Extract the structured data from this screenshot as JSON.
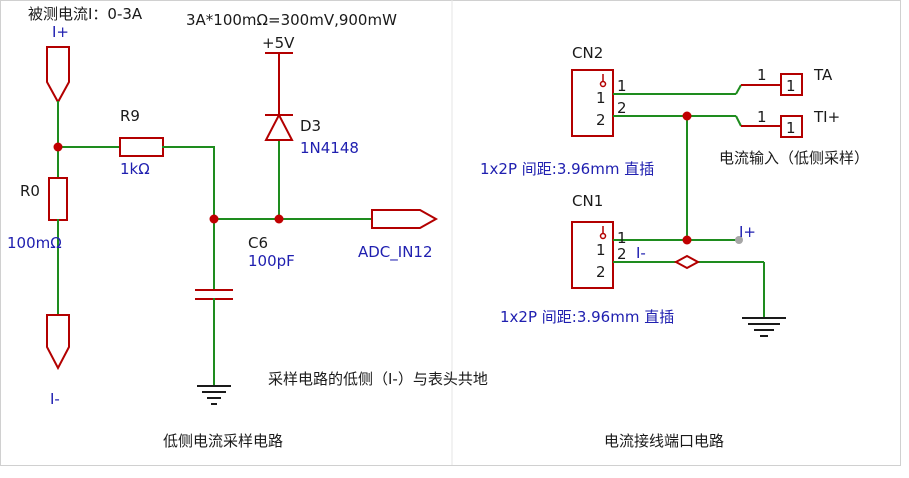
{
  "colors": {
    "wire": "#1e8c1e",
    "component": "#b30000",
    "junction": "#c00000",
    "net_label": "#2020b0",
    "text": "#1a1a1a",
    "frame": "#d0d0d0"
  },
  "notes": {
    "measured_current": "被测电流I：0-3A",
    "power_calc": "3A*100mΩ=300mV,900mW",
    "ground_note": "采样电路的低侧（I-）与表头共地",
    "left_title": "低侧电流采样电路",
    "right_title": "电流接线端口电路"
  },
  "left_circuit": {
    "port_top": "I+",
    "port_bottom": "I-",
    "r0": {
      "ref": "R0",
      "value": "100mΩ"
    },
    "r9": {
      "ref": "R9",
      "value": "1kΩ"
    },
    "d3": {
      "ref": "D3",
      "value": "1N4148"
    },
    "supply": "+5V",
    "c6": {
      "ref": "C6",
      "value": "100pF"
    },
    "net_out": "ADC_IN12"
  },
  "right_circuit": {
    "cn2": {
      "ref": "CN2",
      "desc": "1x2P 间距:3.96mm 直插",
      "pin1": "1",
      "pin2": "2"
    },
    "cn1": {
      "ref": "CN1",
      "desc": "1x2P 间距:3.96mm 直插",
      "pin1": "1",
      "pin2": "2"
    },
    "ta": {
      "name": "TA",
      "pin": "1"
    },
    "tiplus": {
      "name": "TI+",
      "pin": "1"
    },
    "input_note": "电流输入（低侧采样）",
    "net_iplus": "I+",
    "net_iminus": "I-"
  }
}
